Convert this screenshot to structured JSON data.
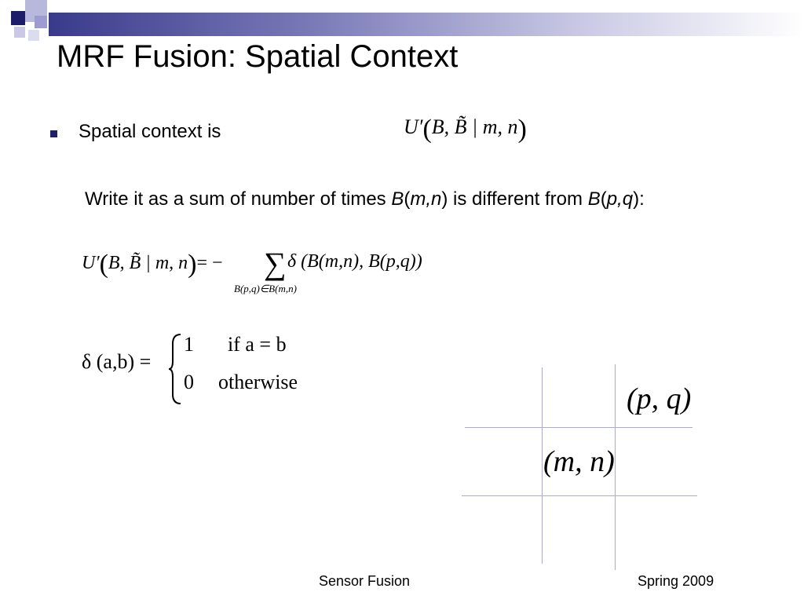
{
  "slide": {
    "title": "MRF Fusion: Spatial Context",
    "bullet": "Spatial context is",
    "sub_text": {
      "prefix": "Write it as a sum of number of times ",
      "b1": "B",
      "open1": "(",
      "mn": "m,n",
      "close1": ")",
      "middle": " is different from ",
      "b2": "B",
      "open2": "(",
      "pq": "p,q",
      "close2": "):"
    },
    "footer": {
      "left": "Sensor Fusion",
      "right": "Spring 2009"
    }
  },
  "equations": {
    "u_prime": "U′",
    "u_args": "B, B̃ | m, n",
    "sum_rhs": "= −",
    "sum_symbol": "∑",
    "sum_sub": "B(p,q)∈B(m,n)",
    "delta_term": "δ (B(m,n), B(p,q))",
    "delta_lhs": "δ (a,b) =",
    "case1_val": "1",
    "case1_cond": "if  a = b",
    "case0_val": "0",
    "case0_cond": "otherwise"
  },
  "grid_labels": {
    "pq": "(p, q)",
    "mn": "(m, n)"
  }
}
